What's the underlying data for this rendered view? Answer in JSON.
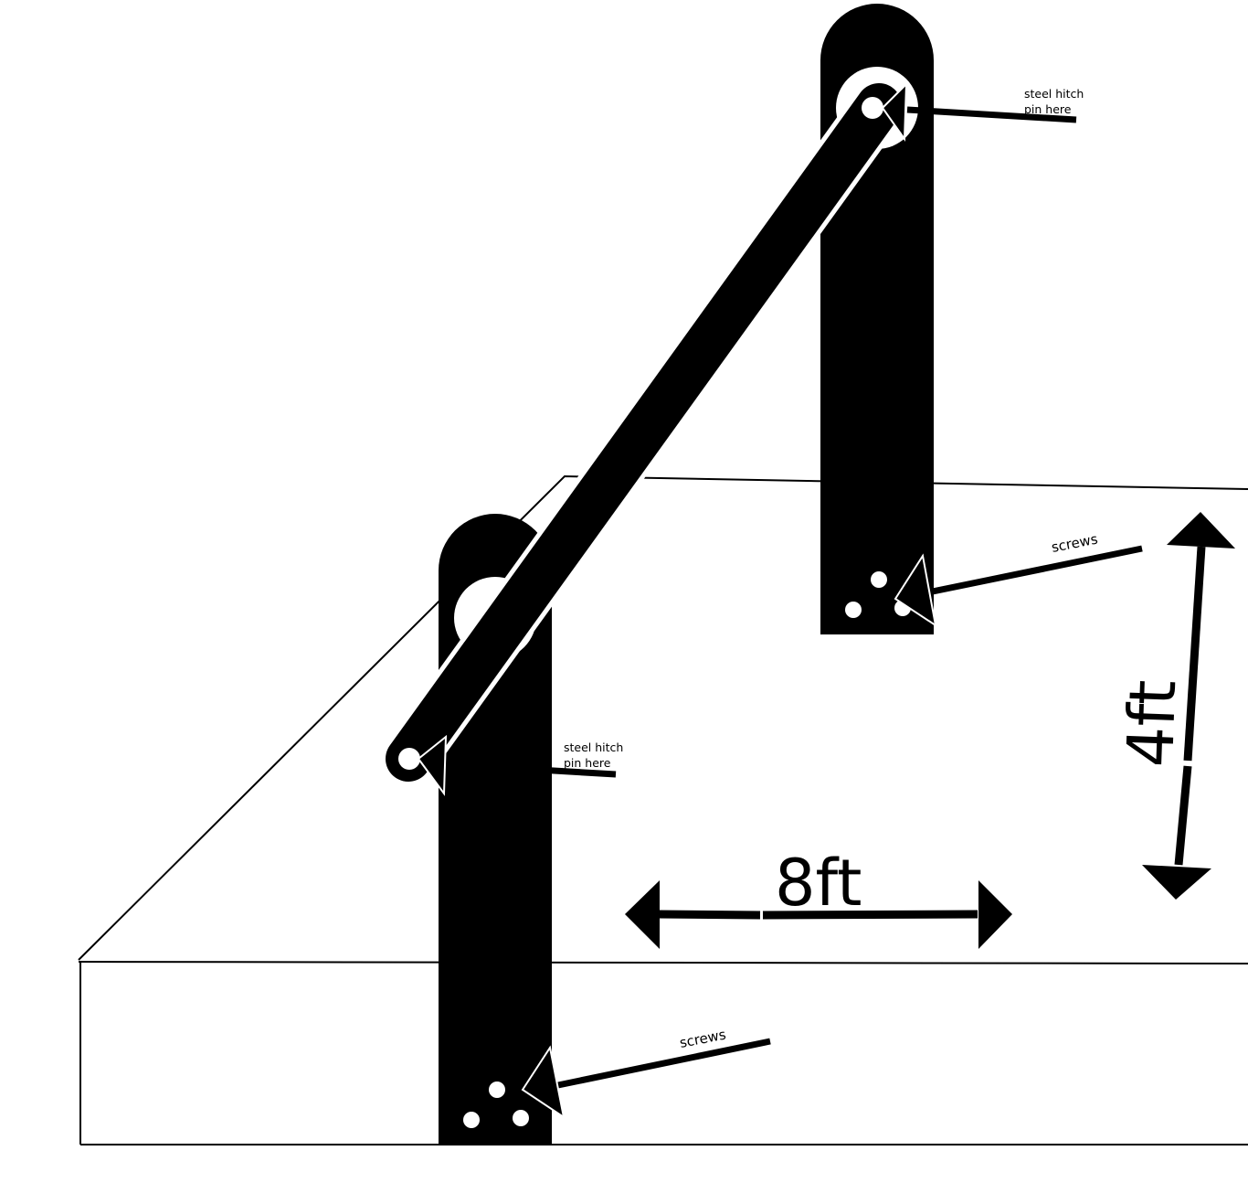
{
  "labels": {
    "pin_top_line1": "steel hitch",
    "pin_top_line2": "pin here",
    "pin_bottom_line1": "steel hitch",
    "pin_bottom_line2": "pin here",
    "screws_top": "screws",
    "screws_bottom": "screws",
    "width_dimension": "8ft",
    "height_dimension": "4ft"
  },
  "colors": {
    "ink": "#000000",
    "paper": "#ffffff"
  }
}
